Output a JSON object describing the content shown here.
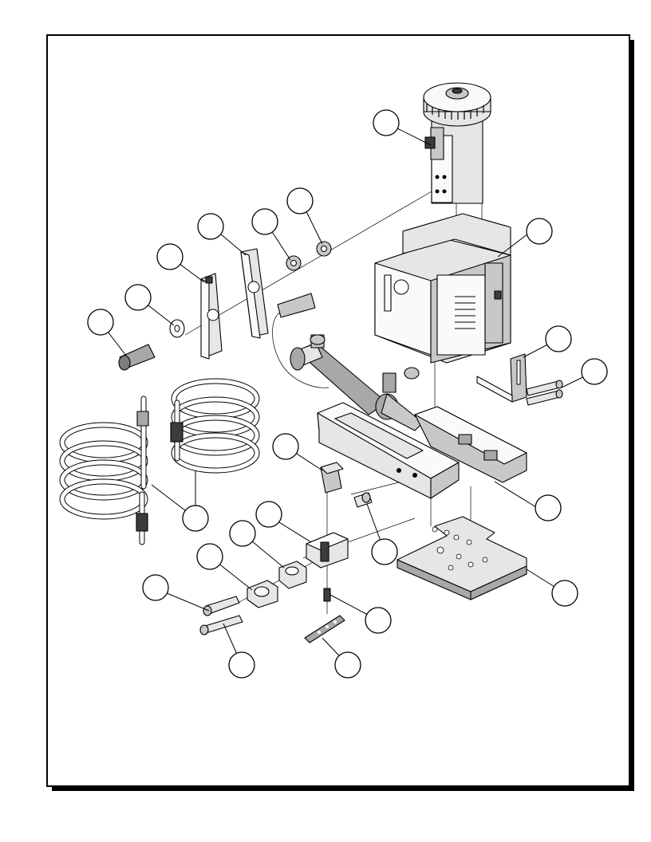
{
  "drawing": {
    "type": "exploded-assembly-view",
    "colors": {
      "frame": "#000000",
      "shadow": "#000000",
      "part_light": "#e6e6e6",
      "part_mid": "#c8c8c8",
      "part_dark": "#7c7c7c"
    },
    "callouts": [
      {
        "id": "c01",
        "label": ""
      },
      {
        "id": "c02",
        "label": ""
      },
      {
        "id": "c03",
        "label": ""
      },
      {
        "id": "c04",
        "label": ""
      },
      {
        "id": "c05",
        "label": ""
      },
      {
        "id": "c06",
        "label": ""
      },
      {
        "id": "c07",
        "label": ""
      },
      {
        "id": "c08",
        "label": ""
      },
      {
        "id": "c09",
        "label": ""
      },
      {
        "id": "c10",
        "label": ""
      },
      {
        "id": "c11",
        "label": ""
      },
      {
        "id": "c12",
        "label": ""
      },
      {
        "id": "c13",
        "label": ""
      },
      {
        "id": "c14",
        "label": ""
      },
      {
        "id": "c15",
        "label": ""
      },
      {
        "id": "c16",
        "label": ""
      },
      {
        "id": "c17",
        "label": ""
      },
      {
        "id": "c18",
        "label": ""
      },
      {
        "id": "c19",
        "label": ""
      },
      {
        "id": "c20",
        "label": ""
      },
      {
        "id": "c21",
        "label": ""
      },
      {
        "id": "c22",
        "label": ""
      }
    ]
  }
}
